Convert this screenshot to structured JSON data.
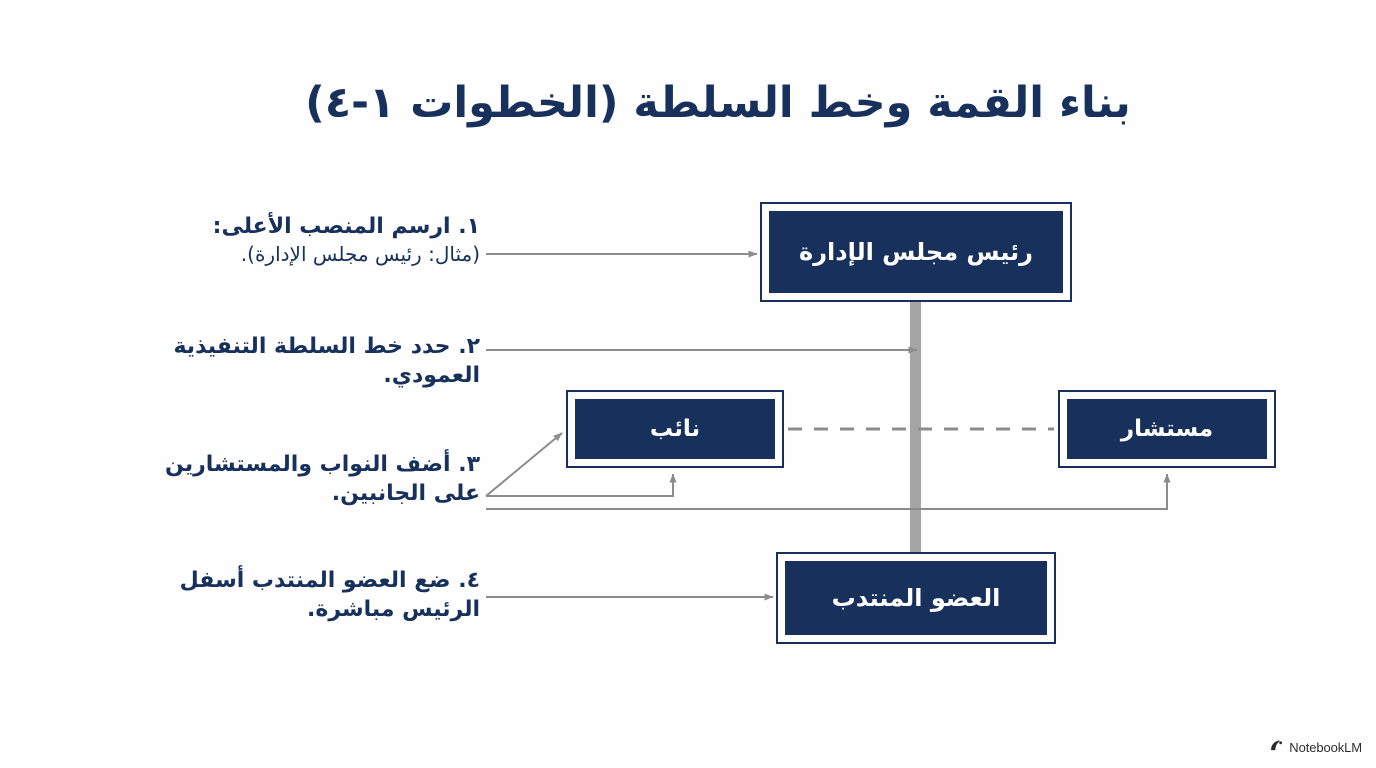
{
  "slide": {
    "title": "بناء القمة وخط السلطة (الخطوات ١-٤)",
    "background_color": "#fefefe",
    "accent_color": "#17305c",
    "connector_color": "#8c8c8c"
  },
  "steps": [
    {
      "id": "step-1",
      "number": "١.",
      "heading": "١. ارسم المنصب الأعلى:",
      "detail": "(مثال: رئيس مجلس الإدارة)."
    },
    {
      "id": "step-2",
      "number": "٢.",
      "heading": "٢. حدد خط السلطة التنفيذية العمودي.",
      "detail": ""
    },
    {
      "id": "step-3",
      "number": "٣.",
      "heading": "٣. أضف النواب والمستشارين على الجانبين.",
      "detail": ""
    },
    {
      "id": "step-4",
      "number": "٤.",
      "heading": "٤. ضع العضو المنتدب أسفل الرئيس مباشرة.",
      "detail": ""
    }
  ],
  "nodes": {
    "chairman": {
      "label": "رئيس مجلس الإدارة"
    },
    "deputy": {
      "label": "نائب"
    },
    "advisor": {
      "label": "مستشار"
    },
    "managing_director": {
      "label": "العضو المنتدب"
    }
  },
  "watermark": {
    "text": "NotebookLM",
    "icon": "notebooklm-logo-icon"
  }
}
